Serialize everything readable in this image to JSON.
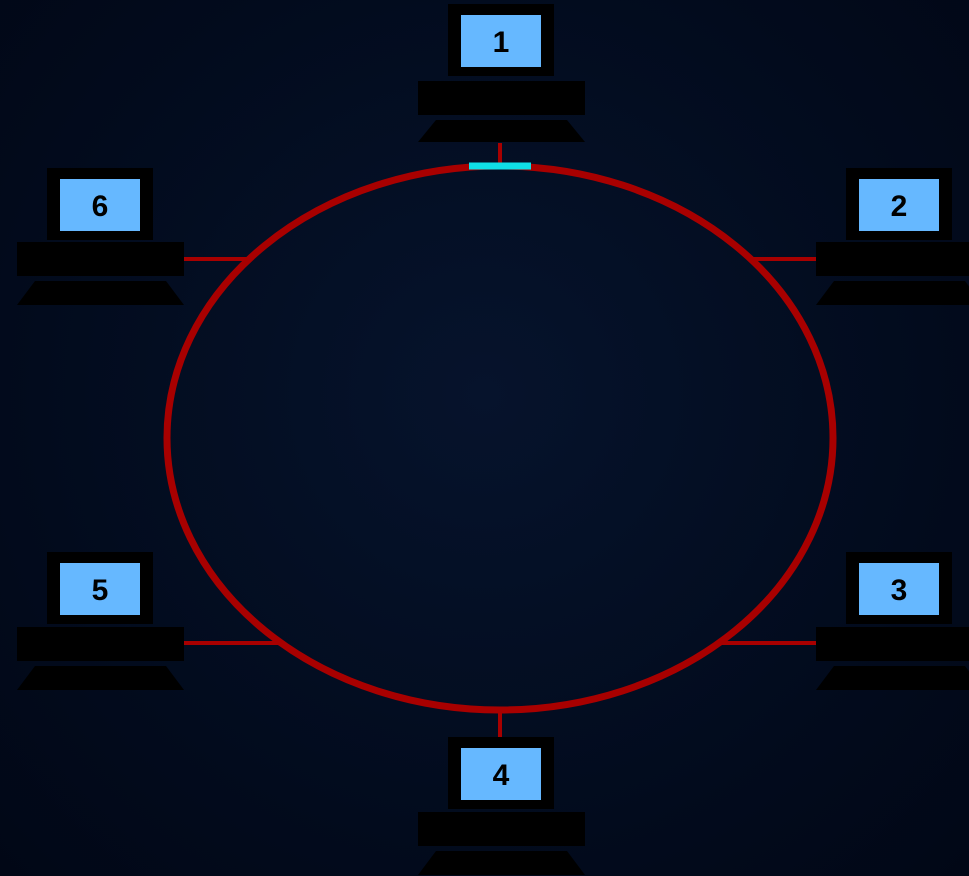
{
  "diagram": {
    "type": "ring-network",
    "colors": {
      "background": "#020b1d",
      "ring": "#a80000",
      "connector": "#a80000",
      "token": "#10e0e6",
      "screen": "#66b8ff",
      "frame": "#000000",
      "label_text": "#000000"
    },
    "nodes": [
      {
        "id": "1",
        "label": "1",
        "icon": "computer-icon"
      },
      {
        "id": "2",
        "label": "2",
        "icon": "computer-icon"
      },
      {
        "id": "3",
        "label": "3",
        "icon": "computer-icon"
      },
      {
        "id": "4",
        "label": "4",
        "icon": "computer-icon"
      },
      {
        "id": "5",
        "label": "5",
        "icon": "computer-icon"
      },
      {
        "id": "6",
        "label": "6",
        "icon": "computer-icon"
      }
    ],
    "token": {
      "at_node": "1",
      "icon": "token-marker"
    }
  }
}
